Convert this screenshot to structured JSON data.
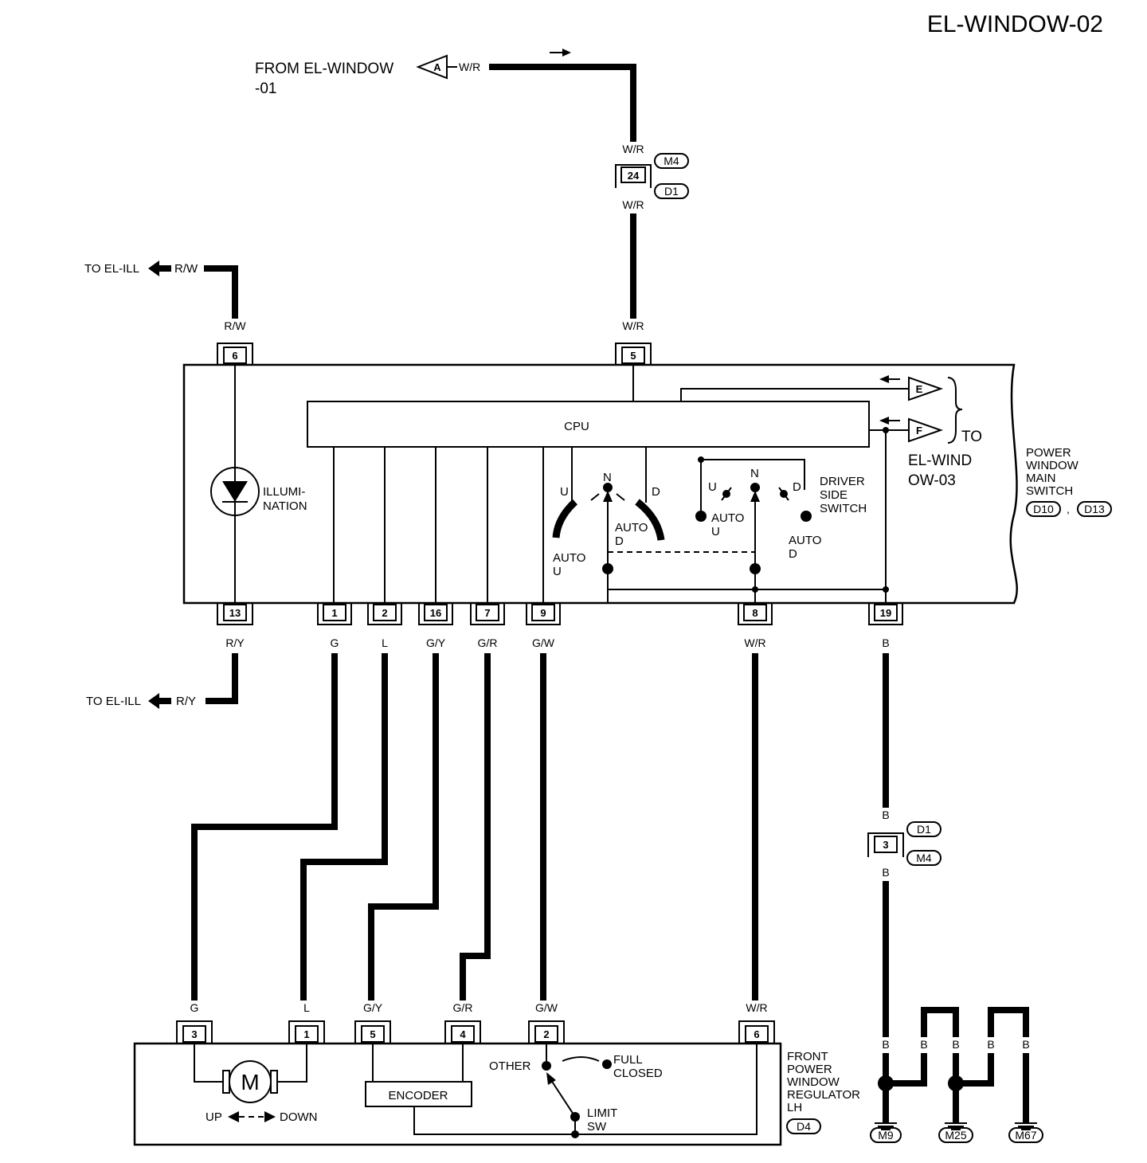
{
  "page_title": "EL-WINDOW-02",
  "from_ref": {
    "line1": "FROM EL-WINDOW",
    "line2": "-01",
    "connector": "A",
    "wire": "W/R"
  },
  "to_ill_top": {
    "label": "TO EL-ILL",
    "wire": "R/W"
  },
  "to_ill_bottom": {
    "label": "TO EL-ILL",
    "wire": "R/Y"
  },
  "joint_connector_top": {
    "pin": "24",
    "wire_above": "W/R",
    "wire_below": "W/R",
    "conn_upper": "M4",
    "conn_lower": "D1"
  },
  "joint_connector_ground": {
    "pin": "3",
    "wire_above": "B",
    "wire_below": "B",
    "conn_upper": "D1",
    "conn_lower": "M4"
  },
  "main_switch": {
    "name_lines": [
      "POWER",
      "WINDOW",
      "MAIN",
      "SWITCH"
    ],
    "conn1": "D10",
    "conn_sep": ",",
    "conn2": "D13",
    "cpu": "CPU",
    "illumination": [
      "ILLUMI-",
      "NATION"
    ],
    "top_pins": [
      {
        "pin": "6",
        "wire": "R/W"
      },
      {
        "pin": "5",
        "wire": "W/R"
      }
    ],
    "bottom_pins": [
      {
        "pin": "13",
        "wire": "R/Y"
      },
      {
        "pin": "1",
        "wire": "G"
      },
      {
        "pin": "2",
        "wire": "L"
      },
      {
        "pin": "16",
        "wire": "G/Y"
      },
      {
        "pin": "7",
        "wire": "G/R"
      },
      {
        "pin": "9",
        "wire": "G/W"
      },
      {
        "pin": "8",
        "wire": "W/R"
      },
      {
        "pin": "19",
        "wire": "B"
      }
    ],
    "switch_labels": {
      "u": "U",
      "n": "N",
      "d": "D",
      "auto": "AUTO",
      "driver_side": [
        "DRIVER",
        "SIDE",
        "SWITCH"
      ]
    },
    "outputs": {
      "e": "E",
      "f": "F",
      "to_lines": [
        "TO",
        "EL-WIND",
        "OW-03"
      ]
    }
  },
  "regulator": {
    "name_lines": [
      "FRONT",
      "POWER",
      "WINDOW",
      "REGULATOR",
      "LH"
    ],
    "conn": "D4",
    "pins": [
      {
        "pin": "3",
        "wire": "G"
      },
      {
        "pin": "1",
        "wire": "L"
      },
      {
        "pin": "5",
        "wire": "G/Y"
      },
      {
        "pin": "4",
        "wire": "G/R"
      },
      {
        "pin": "2",
        "wire": "G/W"
      },
      {
        "pin": "6",
        "wire": "W/R"
      }
    ],
    "motor": "M",
    "up": "UP",
    "down": "DOWN",
    "encoder": "ENCODER",
    "other": "OTHER",
    "full_closed": [
      "FULL",
      "CLOSED"
    ],
    "limit_sw": [
      "LIMIT",
      "SW"
    ]
  },
  "grounds": {
    "wire": "B",
    "labels": [
      "M9",
      "M25",
      "M67"
    ]
  }
}
